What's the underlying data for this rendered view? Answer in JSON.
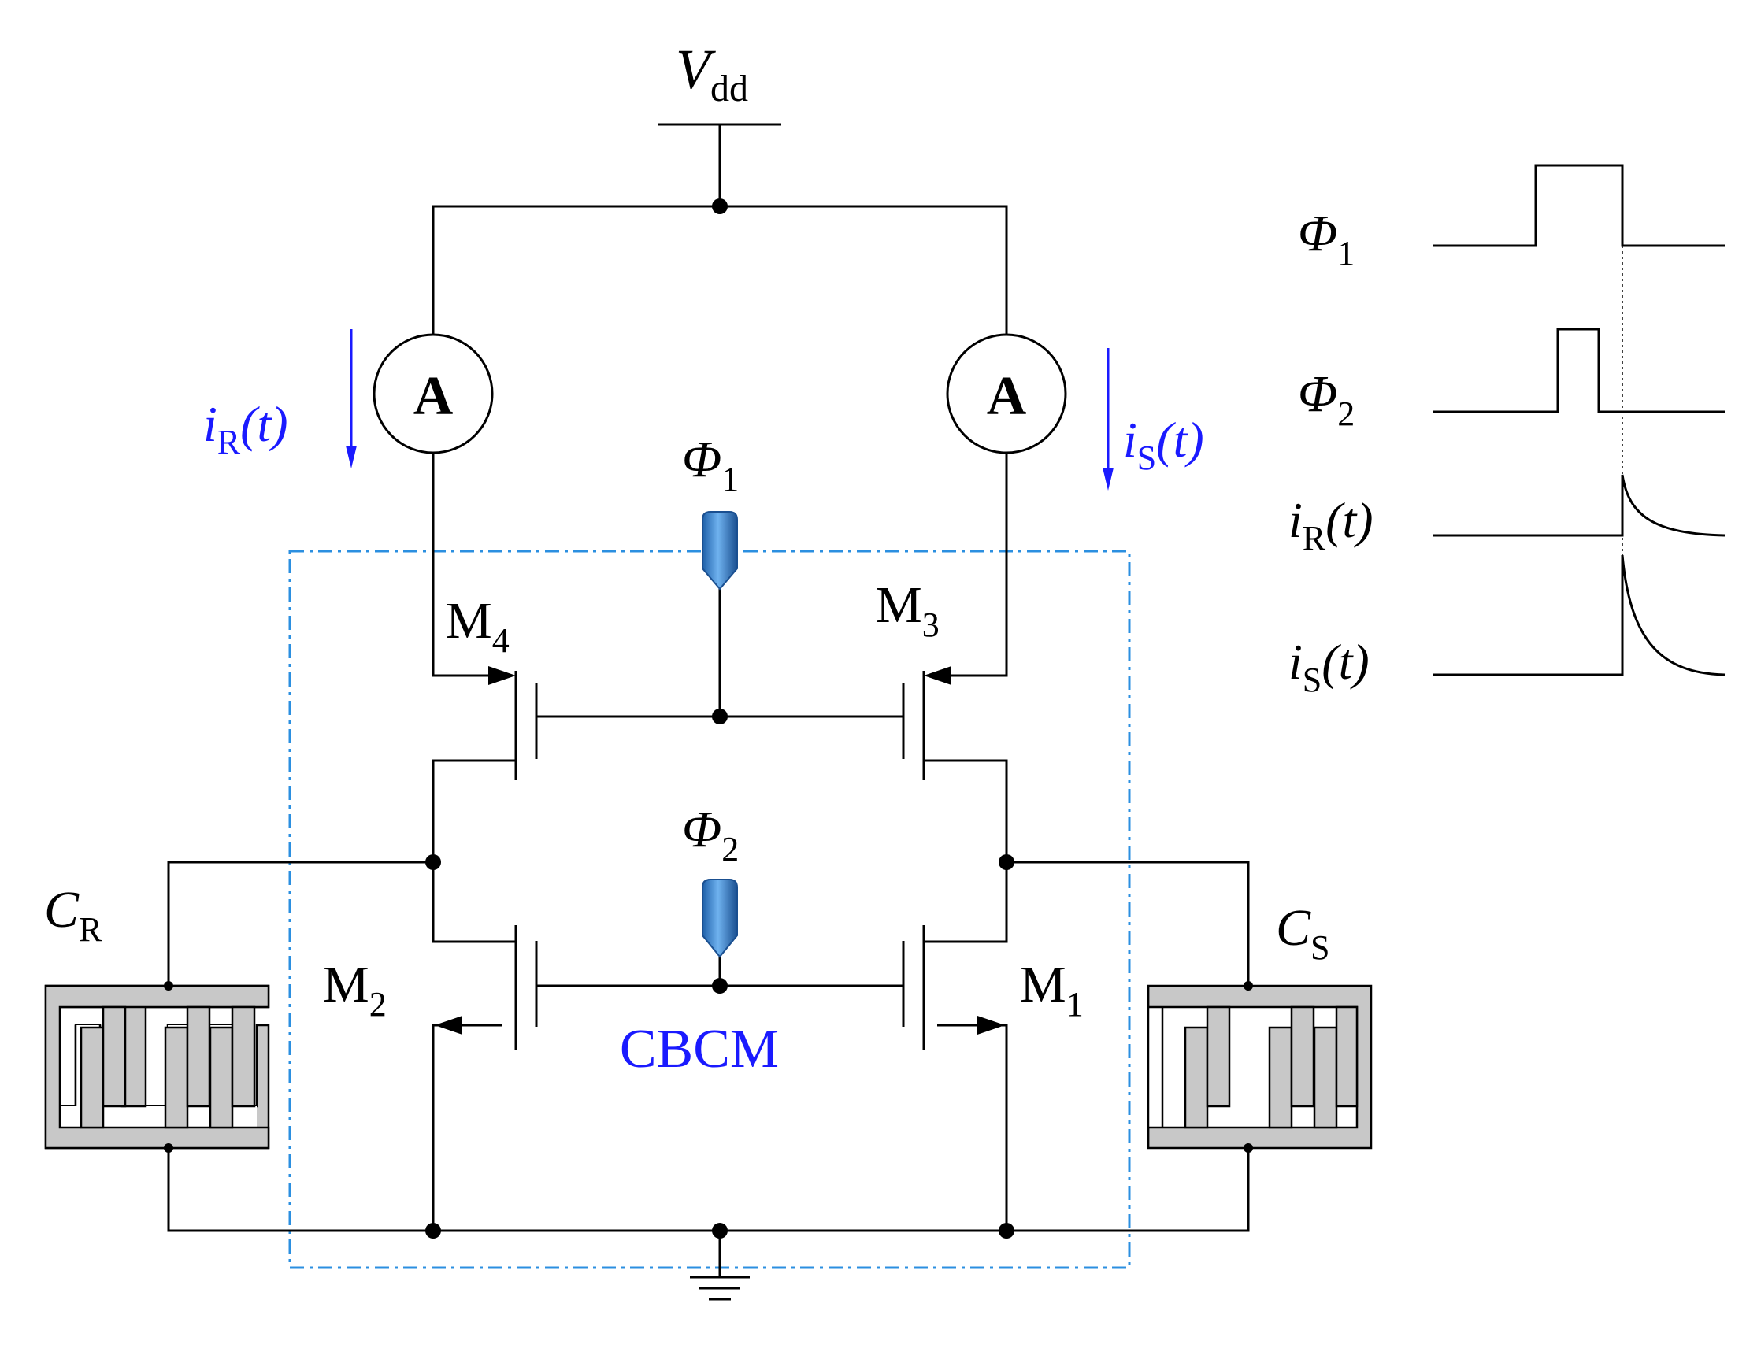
{
  "supply": {
    "main": "V",
    "sub": "dd"
  },
  "ammeter_symbol": "A",
  "currents": {
    "reference": {
      "main": "i",
      "sub": "R",
      "arg": "(t)"
    },
    "sample": {
      "main": "i",
      "sub": "S",
      "arg": "(t)"
    }
  },
  "clocks": {
    "phi1": {
      "main": "Φ",
      "sub": "1"
    },
    "phi2": {
      "main": "Φ",
      "sub": "2"
    }
  },
  "transistors": {
    "m1": {
      "main": "M",
      "sub": "1"
    },
    "m2": {
      "main": "M",
      "sub": "2"
    },
    "m3": {
      "main": "M",
      "sub": "3"
    },
    "m4": {
      "main": "M",
      "sub": "4"
    }
  },
  "capacitors": {
    "reference": {
      "main": "C",
      "sub": "R"
    },
    "sample": {
      "main": "C",
      "sub": "S"
    }
  },
  "block_label": "CBCM",
  "colors": {
    "wire": "#000000",
    "current_label": "#1a1aff",
    "block_border": "#2b8fe0",
    "capacitor_fill": "#c8c8c8",
    "probe_fill": "#3f86cc"
  }
}
